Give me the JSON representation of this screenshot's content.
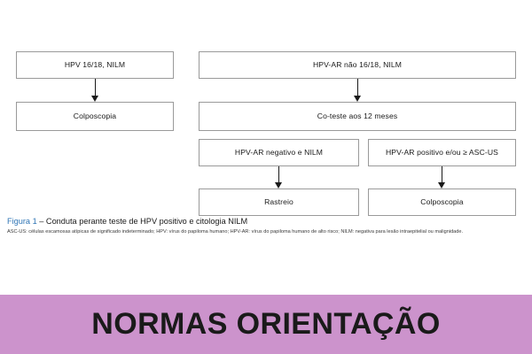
{
  "flowchart": {
    "nodes": {
      "hpv_1618_nilm": "HPV 16/18, NILM",
      "colposcopia_left": "Colposcopia",
      "hpvar_nao_1618_nilm": "HPV-AR não 16/18, NILM",
      "coteste_12_meses": "Co-teste aos 12 meses",
      "hpvar_negativo_nilm": "HPV-AR negativo e NILM",
      "hpvar_positivo_ascus": "HPV-AR positivo e/ou ≥ ASC-US",
      "rastreio": "Rastreio",
      "colposcopia_right": "Colposcopia"
    }
  },
  "caption": {
    "figure_label": "Figura 1",
    "title_rest": " – Conduta perante teste de HPV positivo e citologia NILM",
    "legend": "ASC-US: células escamosas atípicas de significado indeterminado; HPV: vírus do papiloma humano; HPV-AR: vírus do papiloma humano de alto risco; NILM: negativa para lesão intraepitelial ou malignidade.",
    "label_color": "#2e74b5"
  },
  "banner": {
    "text": "NORMAS ORIENTAÇÃO",
    "background_color": "#cc93cc",
    "text_color": "#1a1a1a"
  }
}
